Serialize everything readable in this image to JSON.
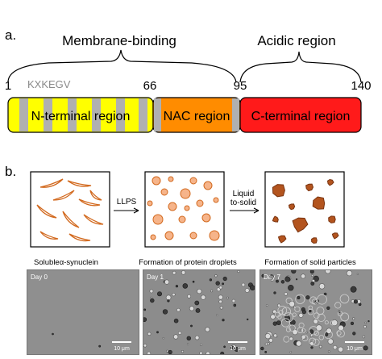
{
  "panel_a": {
    "label": "a.",
    "membrane_binding_label": "Membrane-binding",
    "acidic_region_label": "Acidic region",
    "motif_label": "KXKEGV",
    "positions": [
      "1",
      "66",
      "95",
      "140"
    ],
    "regions": [
      {
        "name": "N-terminal region",
        "color": "#ffff00"
      },
      {
        "name": "NAC region",
        "color": "#ff8c00"
      },
      {
        "name": "C-terminal region",
        "color": "#ff1a1a"
      }
    ],
    "stripe_color": "#b0b0b0"
  },
  "panel_b": {
    "label": "b.",
    "arrow1_label": "LLPS",
    "arrow2_label_line1": "Liquid",
    "arrow2_label_line2": "to-solid",
    "captions": [
      "Solubleα-synuclein",
      "Formation of protein droplets",
      "Formation of solid particles"
    ],
    "micrographs": [
      {
        "day": "Day 0",
        "scale": "10 μm"
      },
      {
        "day": "Day 1",
        "scale": "10 μm"
      },
      {
        "day": "Day 7",
        "scale": "10 μm"
      }
    ],
    "outline_color": "#d2691e",
    "droplet_fill": "#f6b48a",
    "solid_fill": "#b3541e"
  }
}
